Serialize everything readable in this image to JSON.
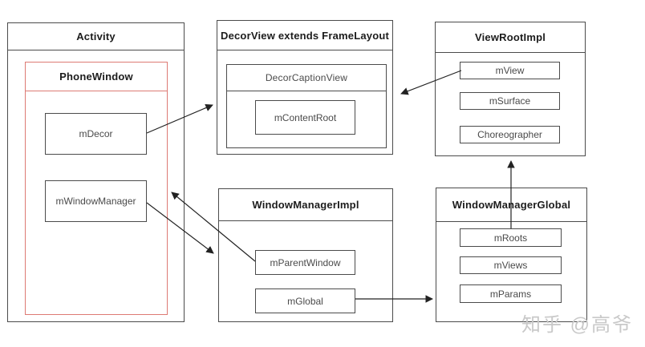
{
  "nodes": {
    "activity": "Activity",
    "phonewindow": "PhoneWindow",
    "mdecor": "mDecor",
    "mwindowmanager": "mWindowManager",
    "decorview": "DecorView extends FrameLayout",
    "decorcaptionview": "DecorCaptionView",
    "mcontentroot": "mContentRoot",
    "viewrootimpl": "ViewRootImpl",
    "mview": "mView",
    "msurface": "mSurface",
    "choreographer": "Choreographer",
    "windowmanagerimpl": "WindowManagerImpl",
    "mparentwindow": "mParentWindow",
    "mglobal": "mGlobal",
    "windowmanagerglobal": "WindowManagerGlobal",
    "mroots": "mRoots",
    "mviews": "mViews",
    "mparams": "mParams"
  },
  "edges": [
    {
      "from": "mDecor",
      "to": "DecorView"
    },
    {
      "from": "mView",
      "to": "DecorView"
    },
    {
      "from": "mWindowManager",
      "to": "WindowManagerImpl"
    },
    {
      "from": "mParentWindow",
      "to": "PhoneWindow"
    },
    {
      "from": "mGlobal",
      "to": "WindowManagerGlobal"
    },
    {
      "from": "WindowManagerGlobal",
      "to": "ViewRootImpl"
    }
  ],
  "watermark": {
    "text": "知乎 @高爷"
  },
  "colors": {
    "box_border": "#4b4b4b",
    "phonewindow_border": "#dd7a74",
    "arrow": "#222222",
    "title_text": "#1c1c1c",
    "label_text": "#4a4a4a",
    "watermark_text": "#c9c9c9",
    "background": "#ffffff"
  }
}
